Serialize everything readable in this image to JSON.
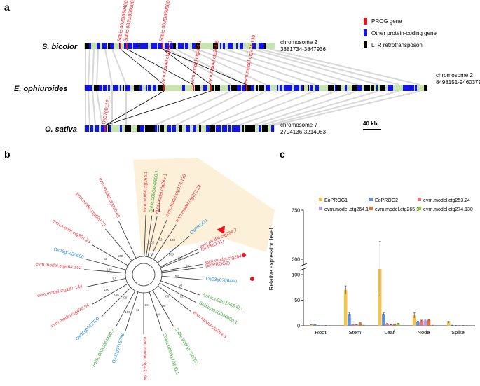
{
  "panel_labels": {
    "a": "a",
    "b": "b",
    "c": "c"
  },
  "panel_a": {
    "species": [
      "S. bicolor",
      "E. ophiuroides",
      "O. sativa"
    ],
    "chromosomes": [
      {
        "name": "chromosome 2",
        "range": "3381734-3847936"
      },
      {
        "name": "chromosome 2",
        "range": "8498151-9460377"
      },
      {
        "name": "chromosome 7",
        "range": "2794136-3214083"
      }
    ],
    "legend": [
      {
        "label": "PROG gene",
        "color": "#e8141c"
      },
      {
        "label": "Other protein-coding gene",
        "color": "#1414e6"
      },
      {
        "label": "LTR retrotransposon",
        "color": "#000000"
      }
    ],
    "scale_bar": "40 kb",
    "sb_genes": [
      "Sobic.002G059400.1",
      "Sobic.002G059500.2",
      "Sobic.002G059600.1"
    ],
    "eo_genes": [
      "evm.model.ctg264.1",
      "evm.model.ctg264.3",
      "evm.model.ctg264.5",
      "evm.model.ctg274.130"
    ],
    "os_genes": [
      "Os07g0112..."
    ],
    "colors": {
      "track": "#c6e3b0",
      "prog": "#e8141c",
      "other": "#1414e6",
      "ltr": "#000000",
      "synteny": "#c8c8c8"
    }
  },
  "panel_b": {
    "scale": "0.1",
    "highlight_color": "#fdf0d8",
    "taxa": [
      {
        "label": "evm.model.ctg264.1",
        "color": "#e8323c"
      },
      {
        "label": "Sobic.002G059600.1",
        "color": "#3aa33a"
      },
      {
        "label": "evm.model.ctg265.1",
        "color": "#e8323c"
      },
      {
        "label": "evm.model.ctg274.130",
        "color": "#e8323c"
      },
      {
        "label": "evm.model.ctg253.24",
        "color": "#e8323c"
      },
      {
        "label": "OsPROG1",
        "color": "#2a8ad6"
      },
      {
        "label": "evm.model.ctg264.7",
        "color": "#e8323c"
      },
      {
        "label": "(EoPROG1)",
        "color": "#e8323c"
      },
      {
        "label": "evm.model.ctg264.5",
        "color": "#e8323c"
      },
      {
        "label": "(EoPROG2)",
        "color": "#e8323c"
      },
      {
        "label": "Os03g0786400",
        "color": "#2a8ad6"
      },
      {
        "label": "Sobic.002G166500.1",
        "color": "#3aa33a"
      },
      {
        "label": "Sobic.002G060800.1",
        "color": "#3aa33a"
      },
      {
        "label": "evm.model.ctg264.3",
        "color": "#e8323c"
      },
      {
        "label": "Sobic.008G173400.1",
        "color": "#3aa33a"
      },
      {
        "label": "Sobic.008G173300.1",
        "color": "#3aa33a"
      },
      {
        "label": "evm.model.ctg421.94",
        "color": "#e8323c"
      },
      {
        "label": "Os01g0715766",
        "color": "#2a8ad6"
      },
      {
        "label": "Sobic.003G064400.2",
        "color": "#3aa33a"
      },
      {
        "label": "Os01g0512700",
        "color": "#2a8ad6"
      },
      {
        "label": "evm.model.ctg434.64",
        "color": "#e8323c"
      },
      {
        "label": "evm.model.ctg187.144",
        "color": "#e8323c"
      },
      {
        "label": "evm.model.ctg464.152",
        "color": "#e8323c"
      },
      {
        "label": "Os09g0430600",
        "color": "#2a8ad6"
      },
      {
        "label": "evm.model.ctg301.23",
        "color": "#e8323c"
      },
      {
        "label": "evm.model.ctg699.73",
        "color": "#e8323c"
      },
      {
        "label": "evm.model.ctg290.63",
        "color": "#e8323c"
      }
    ],
    "bootstrap": [
      "100",
      "92",
      "100",
      "100",
      "100",
      "77",
      "86",
      "98",
      "82",
      "86",
      "96",
      "100",
      "86",
      "62",
      "100",
      "98",
      "100",
      "100",
      "67",
      "100",
      "52",
      "100"
    ]
  },
  "chart_data": {
    "type": "bar",
    "ylabel": "Relative expression level",
    "categories": [
      "Root",
      "Stem",
      "Leaf",
      "Node",
      "Spike"
    ],
    "yticks": [
      "0",
      "50",
      "100",
      "300",
      "350"
    ],
    "series": [
      {
        "name": "EoPROG1",
        "color": "#f6c34a",
        "values": [
          1.5,
          70,
          290,
          20,
          7
        ],
        "errors": [
          0.3,
          8,
          28,
          5,
          1.5
        ]
      },
      {
        "name": "EoPROG2",
        "color": "#5b8fd6",
        "values": [
          2.5,
          23,
          23,
          8,
          1
        ],
        "errors": [
          0.4,
          3,
          2,
          1,
          0.2
        ]
      },
      {
        "name": "evm.model.ctg253.24",
        "color": "#e8737d",
        "values": [
          0.3,
          3,
          4,
          10,
          0.5
        ],
        "errors": [
          0.1,
          0.5,
          0.5,
          1,
          0.1
        ]
      },
      {
        "name": "evm.model.ctg264.1",
        "color": "#b39ae0",
        "values": [
          0.2,
          2,
          2,
          10,
          0.3
        ],
        "errors": [
          0.1,
          0.3,
          0.3,
          1,
          0.1
        ]
      },
      {
        "name": "evm.model.ctg265.1",
        "color": "#d9733a",
        "values": [
          0.5,
          5,
          3,
          11,
          0.5
        ],
        "errors": [
          0.1,
          1,
          0.5,
          1,
          0.1
        ]
      },
      {
        "name": "evm.model.ctg274.130",
        "color": "#8ec63f",
        "values": [
          0.2,
          1,
          4,
          1,
          0.3
        ],
        "errors": [
          0.1,
          0.2,
          0.5,
          0.2,
          0.1
        ]
      }
    ]
  }
}
